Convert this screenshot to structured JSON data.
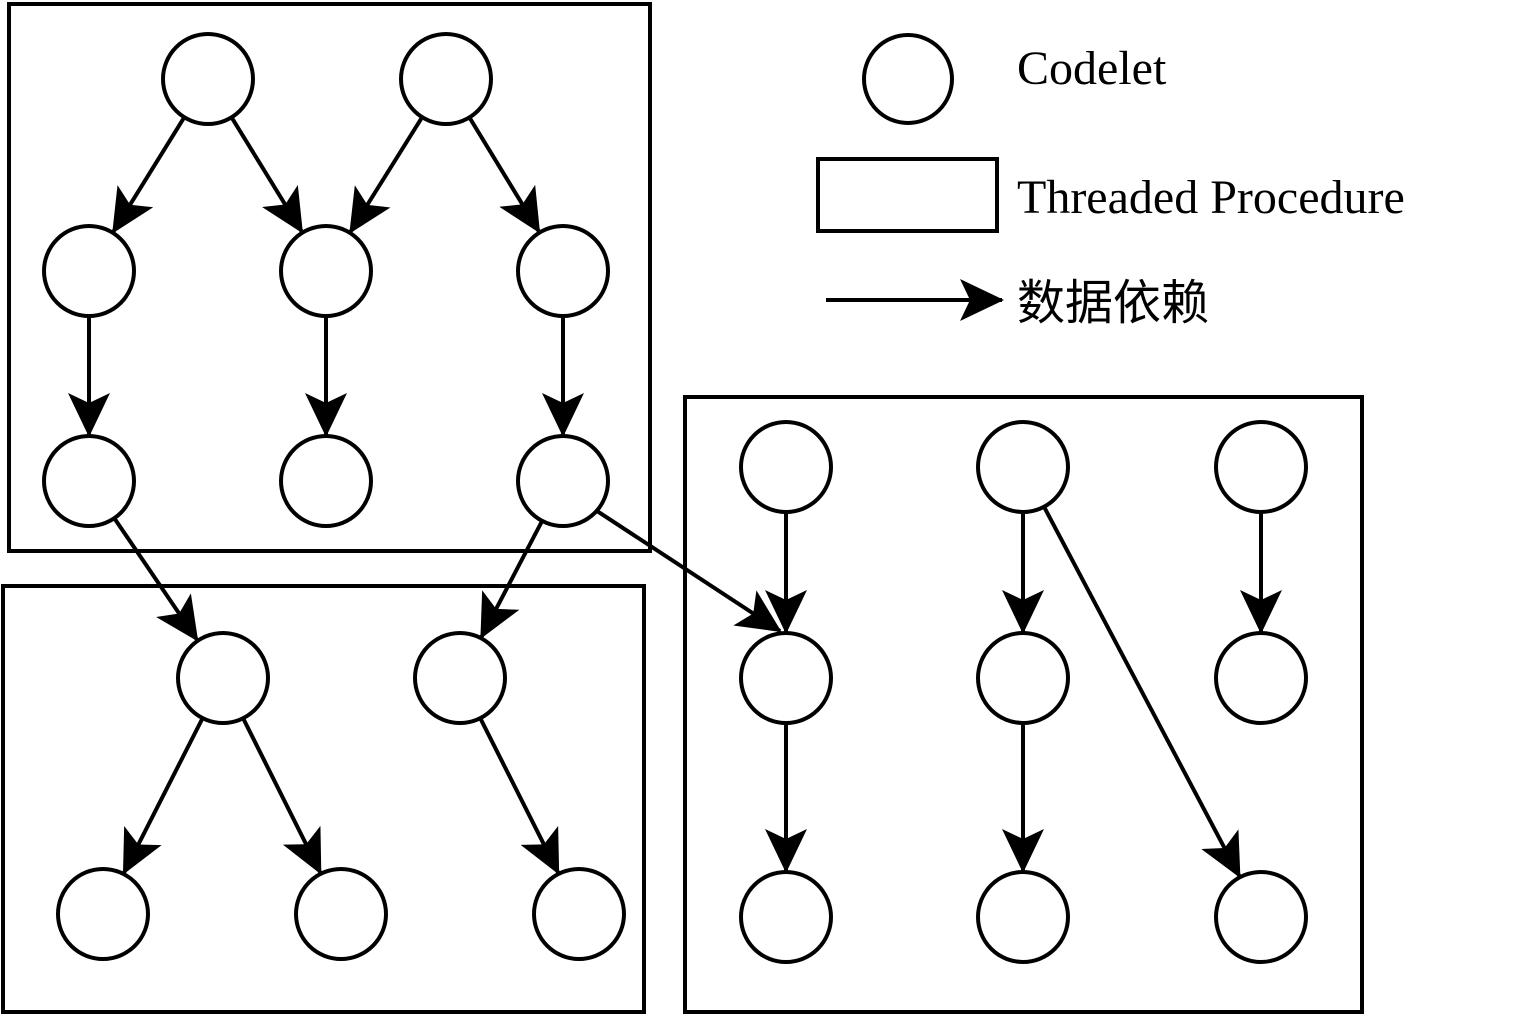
{
  "legend": {
    "codelet_label": "Codelet",
    "tp_label": "Threaded Procedure",
    "dependency_label": "数据依赖"
  },
  "colors": {
    "stroke": "#000000",
    "background": "#ffffff"
  },
  "diagram": {
    "threaded_procedures": [
      {
        "id": "tp-top-left",
        "codelets": [
          "A1",
          "A2",
          "B1",
          "B2",
          "B3",
          "C1",
          "C2",
          "C3"
        ]
      },
      {
        "id": "tp-bottom-left",
        "codelets": [
          "D1",
          "D2",
          "E1",
          "E2",
          "E3"
        ]
      },
      {
        "id": "tp-right",
        "codelets": [
          "R1",
          "R2",
          "R3",
          "S1",
          "S2",
          "S3",
          "T1",
          "T2",
          "T3"
        ]
      }
    ],
    "dependencies": [
      [
        "A1",
        "B1"
      ],
      [
        "A1",
        "B2"
      ],
      [
        "A2",
        "B2"
      ],
      [
        "A2",
        "B3"
      ],
      [
        "B1",
        "C1"
      ],
      [
        "B2",
        "C2"
      ],
      [
        "B3",
        "C3"
      ],
      [
        "C1",
        "D1"
      ],
      [
        "C3",
        "D2"
      ],
      [
        "C3",
        "S1"
      ],
      [
        "D1",
        "E1"
      ],
      [
        "D1",
        "E2"
      ],
      [
        "D2",
        "E3"
      ],
      [
        "R1",
        "S1"
      ],
      [
        "R2",
        "S2"
      ],
      [
        "R3",
        "S3"
      ],
      [
        "S1",
        "T1"
      ],
      [
        "S2",
        "T2"
      ],
      [
        "R2",
        "T3"
      ]
    ]
  }
}
